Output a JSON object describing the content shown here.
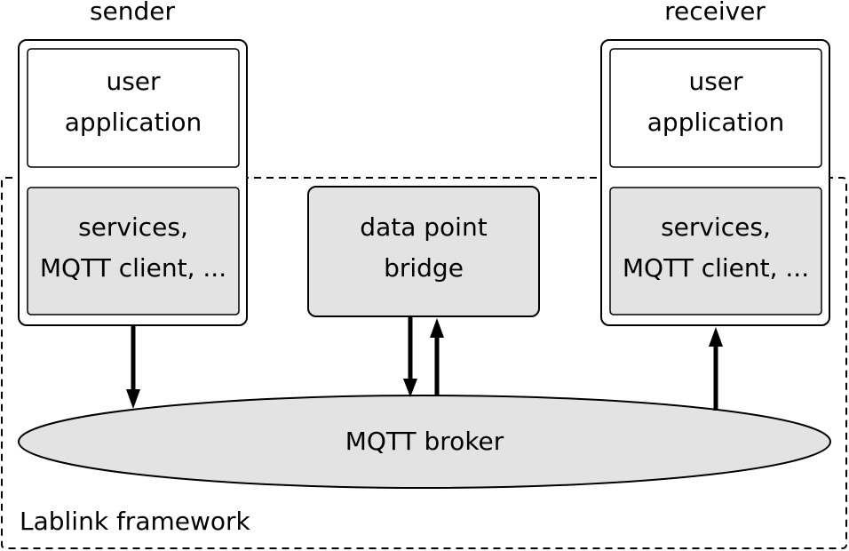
{
  "sender": {
    "title": "sender",
    "app_line1": "user",
    "app_line2": "application",
    "svc_line1": "services,",
    "svc_line2": "MQTT client, ..."
  },
  "receiver": {
    "title": "receiver",
    "app_line1": "user",
    "app_line2": "application",
    "svc_line1": "services,",
    "svc_line2": "MQTT client, ..."
  },
  "bridge": {
    "line1": "data point",
    "line2": "bridge"
  },
  "broker": {
    "label": "MQTT broker"
  },
  "framework": {
    "label": "Lablink framework"
  },
  "colors": {
    "box_fill": "#e3e3e3",
    "stroke": "#000000",
    "background": "#ffffff"
  }
}
